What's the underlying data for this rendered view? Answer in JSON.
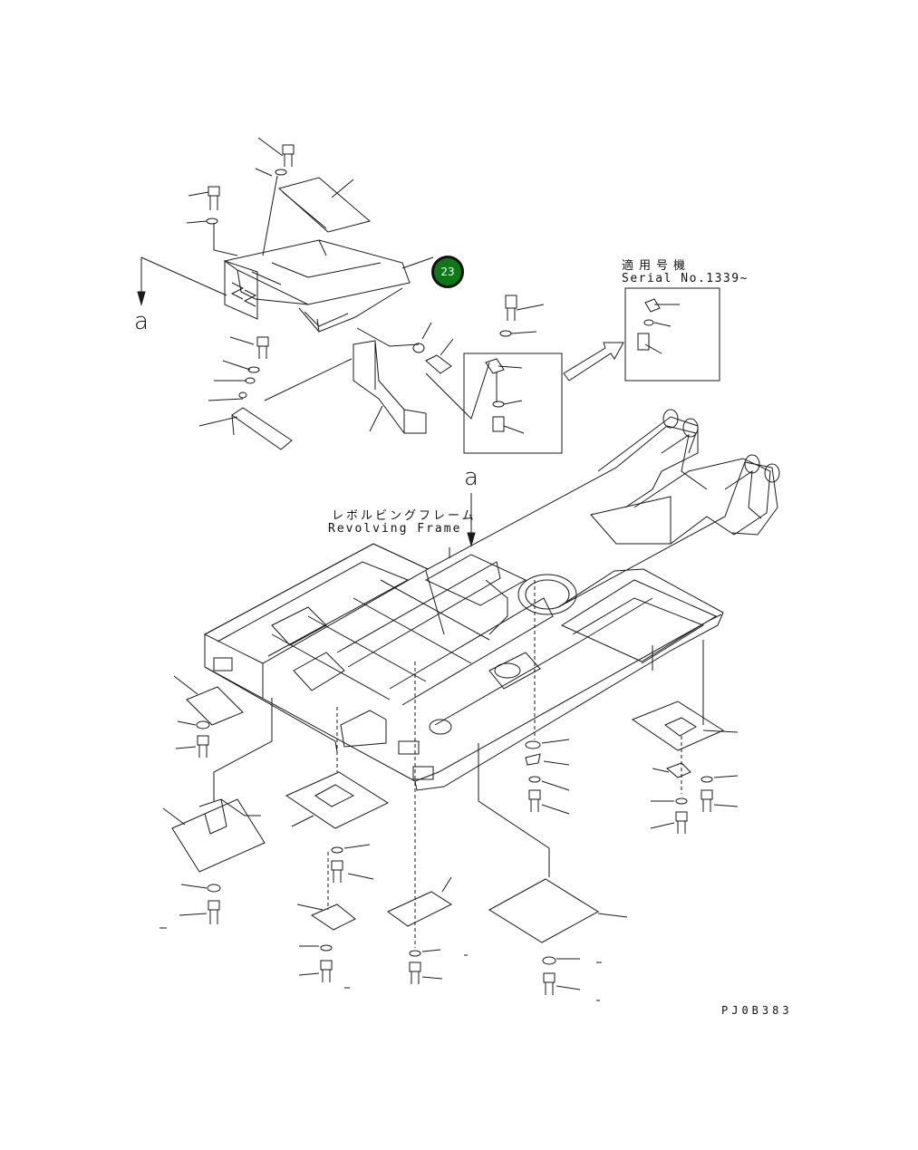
{
  "labels": {
    "view_ref_left": "a",
    "view_ref_frame": "a",
    "frame_name_jp": "レボルビングフレーム",
    "frame_name_en": "Revolving Frame",
    "serial_heading_jp": "適用号機",
    "serial_heading_en": "Serial No.1339~",
    "drawing_code": "PJ0B383"
  },
  "callouts": [
    {
      "number": "23",
      "color": "#0c7a14"
    }
  ],
  "colors": {
    "line": "#1a1a1a",
    "callout_fill": "#0c7a14",
    "background": "#ffffff"
  }
}
